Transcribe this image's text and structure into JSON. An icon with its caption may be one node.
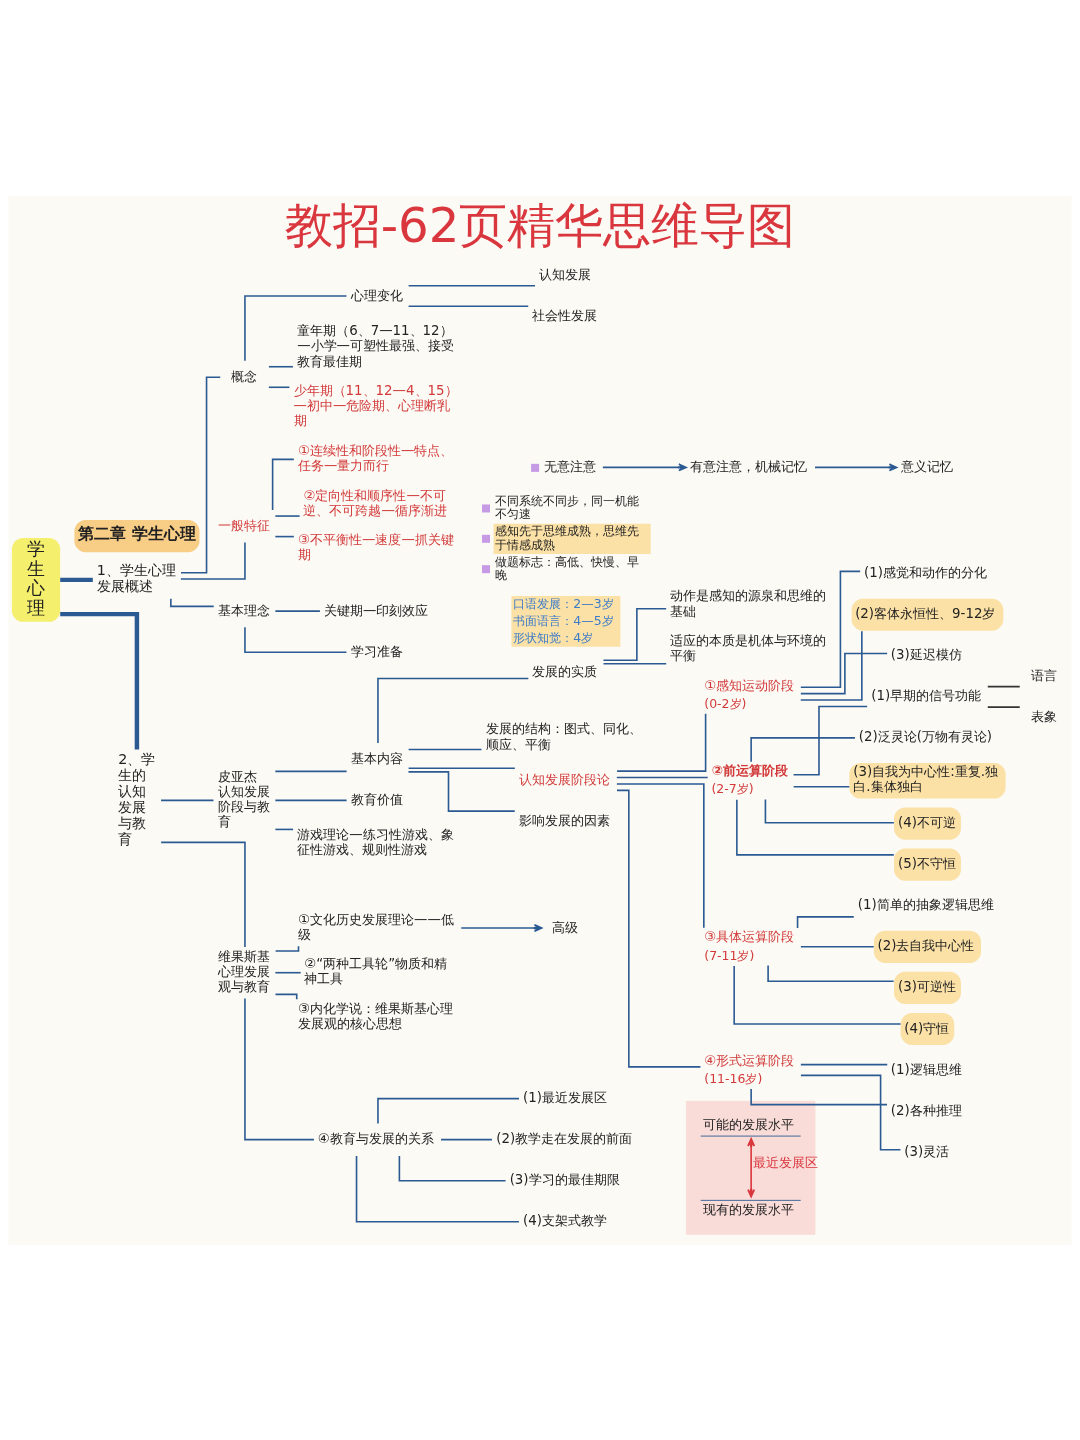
{
  "diagram": {
    "title": "教招-62页精华思维导图",
    "nodes": [
      {
        "text": [
          "第二章 学生心理"
        ]
      },
      {
        "text": [
          "学生心理"
        ]
      },
      {
        "text": [
          "1、学生心理发展概述"
        ]
      },
      {
        "text": [
          "概念"
        ]
      },
      {
        "text": [
          "心理变化"
        ]
      },
      {
        "text": [
          "认知发展"
        ]
      },
      {
        "text": [
          "社会性发展"
        ]
      },
      {
        "text": [
          "童年期（6、7—11、12）—小学—可塑性最强、接受教育最佳期"
        ]
      },
      {
        "text": [
          "少年期（11、12—4、15）—初中—危险期、心理断乳期"
        ]
      },
      {
        "text": [
          "一般特征"
        ]
      },
      {
        "text": [
          "①连续性和阶段性—特点、任务—量力而行"
        ]
      },
      {
        "text": [
          "②定向性和顺序性—不可逆、不可跨越—循序渐进"
        ]
      },
      {
        "text": [
          "无意注意"
        ]
      },
      {
        "text": [
          "有意注意，机械记忆"
        ]
      },
      {
        "text": [
          "意义记忆"
        ]
      },
      {
        "text": [
          "③不平衡性—速度—抓关键期"
        ],
        "beside": [
          "不同系统不同步，同一机能不匀速",
          "感知先于思维成熟，思维先于情感成熟",
          "做题标志：高低、快慢、早晚"
        ]
      },
      {
        "text": [
          "基本理念"
        ]
      },
      {
        "text": [
          "关键期—印刻效应"
        ],
        "beside": [
          "口语发展：2—3岁",
          "书面语言：4—5岁",
          "形状知觉：4岁"
        ]
      },
      {
        "text": [
          "学习准备"
        ]
      },
      {
        "text": [
          "2、学生的认知发展与教育"
        ]
      },
      {
        "text": [
          "皮亚杰认知发展阶段与教育"
        ]
      },
      {
        "text": [
          "基本内容"
        ]
      },
      {
        "text": [
          "发展的实质"
        ]
      },
      {
        "text": [
          "动作是感知的源泉和思维的基础"
        ]
      },
      {
        "text": [
          "适应的本质是机体与环境的平衡"
        ]
      },
      {
        "text": [
          "发展的结构：图式、同化、顺应、平衡"
        ]
      },
      {
        "text": [
          "认知发展阶段论"
        ]
      },
      {
        "text": [
          "①感知运动阶段",
          "(0-2岁)"
        ]
      },
      {
        "text": [
          "(1)感觉和动作的分化"
        ]
      },
      {
        "text": [
          "(2)客体永恒性、9-12岁"
        ]
      },
      {
        "text": [
          "(3)延迟模仿"
        ]
      },
      {
        "text": [
          "②前运算阶段",
          "(2-7岁)"
        ]
      },
      {
        "text": [
          "(1)早期的信号功能"
        ]
      },
      {
        "text": [
          "语言"
        ]
      },
      {
        "text": [
          "表象"
        ]
      },
      {
        "text": [
          "(2)泛灵论(万物有灵论)"
        ]
      },
      {
        "text": [
          "(3)自我为中心性:重复.独白.集体独白"
        ]
      },
      {
        "text": [
          "(4)不可逆"
        ]
      },
      {
        "text": [
          "(5)不守恒"
        ]
      },
      {
        "text": [
          "③具体运算阶段",
          "(7-11岁)"
        ]
      },
      {
        "text": [
          "(1)简单的抽象逻辑思维"
        ]
      },
      {
        "text": [
          "(2)去自我中心性"
        ]
      },
      {
        "text": [
          "(3)可逆性"
        ]
      },
      {
        "text": [
          "(4)守恒"
        ]
      },
      {
        "text": [
          "④形式运算阶段",
          "(11-16岁)"
        ]
      },
      {
        "text": [
          "(1)逻辑思维"
        ]
      },
      {
        "text": [
          "(2)各种推理"
        ]
      },
      {
        "text": [
          "(3)灵活"
        ]
      },
      {
        "text": [
          "影响发展的因素"
        ]
      },
      {
        "text": [
          "教育价值"
        ]
      },
      {
        "text": [
          "游戏理论—练习性游戏、象征性游戏、规则性游戏"
        ]
      },
      {
        "text": [
          "维果斯基心理发展观与教育"
        ]
      },
      {
        "text": [
          "①文化历史发展理论——低级"
        ]
      },
      {
        "text": [
          "高级"
        ]
      },
      {
        "text": [
          "②“两种工具轮”物质和精神工具"
        ]
      },
      {
        "text": [
          "③内化学说：维果斯基心理发展观的核心思想"
        ]
      },
      {
        "text": [
          "④教育与发展的关系"
        ]
      },
      {
        "text": [
          "(1)最近发展区"
        ]
      },
      {
        "text": [
          "(2)教学走在发展的前面"
        ]
      },
      {
        "text": [
          "(3)学习的最佳期限"
        ]
      },
      {
        "text": [
          "(4)支架式教学"
        ]
      },
      {
        "text": [],
        "shape": "box"
      },
      {
        "text": [
          "可能的发展水平"
        ],
        "in": 61
      },
      {
        "text": [
          "现有的发展水平"
        ],
        "in": 61
      }
    ],
    "edges": [
      {
        "from": 1,
        "to": 2,
        "arrow": "none",
        "style": "thick"
      },
      {
        "from": 1,
        "to": 19,
        "arrow": "none",
        "style": "thick"
      },
      {
        "from": 2,
        "to": 3,
        "arrow": "none"
      },
      {
        "from": 2,
        "to": 9,
        "arrow": "none"
      },
      {
        "from": 2,
        "to": 16,
        "arrow": "none"
      },
      {
        "from": 3,
        "to": 4,
        "arrow": "none"
      },
      {
        "from": 3,
        "to": 7,
        "arrow": "none"
      },
      {
        "from": 3,
        "to": 8,
        "arrow": "none"
      },
      {
        "from": 4,
        "to": 5,
        "arrow": "none"
      },
      {
        "from": 4,
        "to": 6,
        "arrow": "none"
      },
      {
        "from": 9,
        "to": 10,
        "arrow": "none"
      },
      {
        "from": 9,
        "to": 11,
        "arrow": "none"
      },
      {
        "from": 9,
        "to": 15,
        "arrow": "none"
      },
      {
        "from": 12,
        "to": 13,
        "arrow": "to"
      },
      {
        "from": 13,
        "to": 14,
        "arrow": "to"
      },
      {
        "from": 16,
        "to": 17,
        "arrow": "none"
      },
      {
        "from": 16,
        "to": 18,
        "arrow": "none"
      },
      {
        "from": 19,
        "to": 20,
        "arrow": "none"
      },
      {
        "from": 19,
        "to": 51,
        "arrow": "none"
      },
      {
        "from": 20,
        "to": 21,
        "arrow": "none"
      },
      {
        "from": 20,
        "to": 49,
        "arrow": "none"
      },
      {
        "from": 20,
        "to": 50,
        "arrow": "none"
      },
      {
        "from": 21,
        "to": 22,
        "arrow": "none"
      },
      {
        "from": 21,
        "to": 25,
        "arrow": "none"
      },
      {
        "from": 21,
        "to": 26,
        "arrow": "none"
      },
      {
        "from": 21,
        "to": 48,
        "arrow": "none"
      },
      {
        "from": 22,
        "to": 23,
        "arrow": "none"
      },
      {
        "from": 22,
        "to": 24,
        "arrow": "none"
      },
      {
        "from": 26,
        "to": 27,
        "arrow": "none"
      },
      {
        "from": 26,
        "to": 31,
        "arrow": "none"
      },
      {
        "from": 26,
        "to": 39,
        "arrow": "none"
      },
      {
        "from": 26,
        "to": 44,
        "arrow": "none"
      },
      {
        "from": 27,
        "to": 28,
        "arrow": "none"
      },
      {
        "from": 27,
        "to": 29,
        "arrow": "none"
      },
      {
        "from": 27,
        "to": 30,
        "arrow": "none"
      },
      {
        "from": 31,
        "to": 32,
        "arrow": "none"
      },
      {
        "from": 31,
        "to": 35,
        "arrow": "none"
      },
      {
        "from": 31,
        "to": 36,
        "arrow": "none"
      },
      {
        "from": 31,
        "to": 37,
        "arrow": "none"
      },
      {
        "from": 31,
        "to": 38,
        "arrow": "none"
      },
      {
        "from": 32,
        "to": 33,
        "arrow": "none",
        "color": "#333333"
      },
      {
        "from": 32,
        "to": 34,
        "arrow": "none",
        "color": "#333333"
      },
      {
        "from": 39,
        "to": 40,
        "arrow": "none"
      },
      {
        "from": 39,
        "to": 41,
        "arrow": "none"
      },
      {
        "from": 39,
        "to": 42,
        "arrow": "none"
      },
      {
        "from": 39,
        "to": 43,
        "arrow": "none"
      },
      {
        "from": 44,
        "to": 45,
        "arrow": "none"
      },
      {
        "from": 44,
        "to": 46,
        "arrow": "none"
      },
      {
        "from": 44,
        "to": 47,
        "arrow": "none"
      },
      {
        "from": 51,
        "to": 52,
        "arrow": "none"
      },
      {
        "from": 51,
        "to": 54,
        "arrow": "none"
      },
      {
        "from": 51,
        "to": 55,
        "arrow": "none"
      },
      {
        "from": 51,
        "to": 56,
        "arrow": "none"
      },
      {
        "from": 52,
        "to": 53,
        "arrow": "to"
      },
      {
        "from": 56,
        "to": 57,
        "arrow": "none"
      },
      {
        "from": 56,
        "to": 58,
        "arrow": "none"
      },
      {
        "from": 56,
        "to": 59,
        "arrow": "none"
      },
      {
        "from": 56,
        "to": 60,
        "arrow": "none"
      },
      {
        "from": 63,
        "to": 62,
        "arrow": "both",
        "label": "最近发展区",
        "color": "#d9363e"
      }
    ]
  }
}
